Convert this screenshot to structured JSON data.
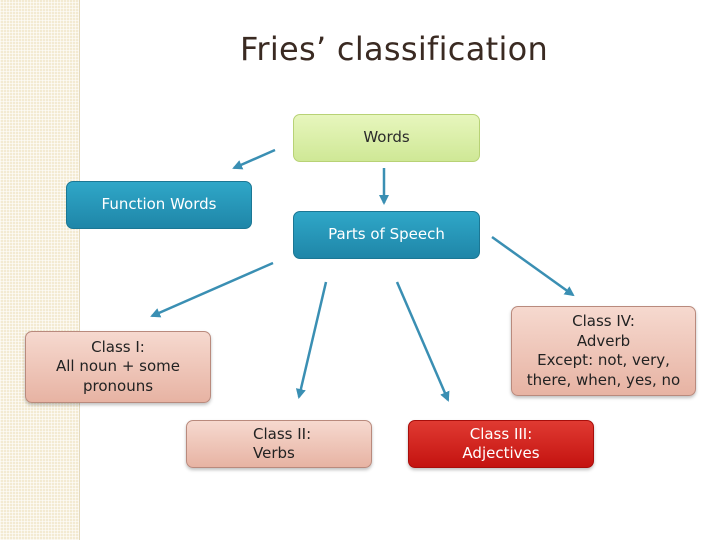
{
  "title": "Fries’ classification",
  "nodes": {
    "words": "Words",
    "function_words": "Function Words",
    "parts_of_speech": "Parts of Speech",
    "class_1": [
      "Class I:",
      "All noun + some",
      "pronouns"
    ],
    "class_2": [
      "Class II:",
      "Verbs"
    ],
    "class_3": [
      "Class III:",
      "Adjectives"
    ],
    "class_4": [
      "Class IV:",
      "Adverb",
      "Except: not, very,",
      "there, when, yes, no"
    ]
  },
  "colors": {
    "arrow": "#3a8fb3",
    "green": "#d9efa9",
    "teal": "#2796bb",
    "peach": "#eec3b5",
    "red": "#d8221c"
  }
}
